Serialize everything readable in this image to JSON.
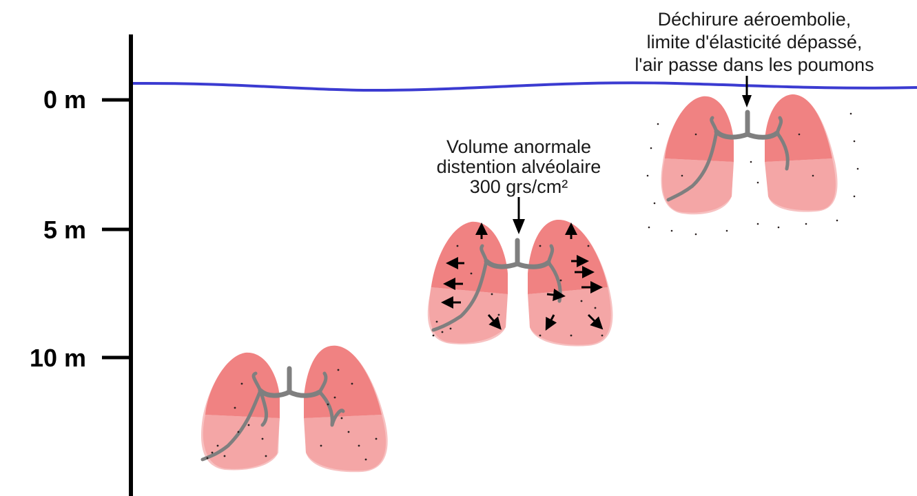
{
  "depth_scale": {
    "ticks": [
      {
        "label": "0 m",
        "depth_m": 0
      },
      {
        "label": "5 m",
        "depth_m": 5
      },
      {
        "label": "10 m",
        "depth_m": 10
      }
    ]
  },
  "water_surface": {
    "color": "#3b3bd1"
  },
  "lungs": [
    {
      "id": "lungs-10m",
      "state": "normal",
      "has_arrows": false,
      "torn": false
    },
    {
      "id": "lungs-5m",
      "state": "distended",
      "has_arrows": true,
      "torn": false
    },
    {
      "id": "lungs-0m",
      "state": "torn",
      "has_arrows": false,
      "torn": true
    }
  ],
  "annotations": {
    "distension": {
      "lines": [
        "Volume anormale",
        "distention alvéolaire",
        "300 grs/cm²"
      ]
    },
    "rupture": {
      "lines": [
        "Déchirure aéroembolie,",
        "limite d'élasticité dépassé,",
        "l'air passe dans les poumons"
      ]
    }
  },
  "colors": {
    "lung_upper": "#f08282",
    "lung_lower": "#f4a6a6",
    "airway": "#7f7f7f",
    "axis": "#000000"
  }
}
